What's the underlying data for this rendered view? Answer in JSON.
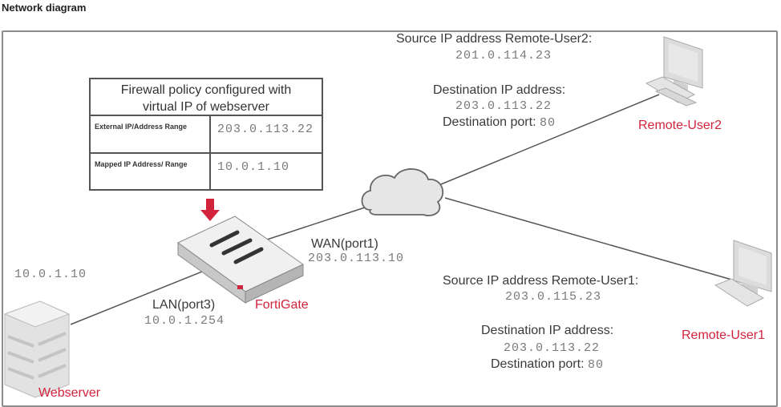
{
  "page": {
    "title": "Network diagram"
  },
  "colors": {
    "accent_red": "#d2233c",
    "line": "#555555",
    "device_gray": "#d9d9d9"
  },
  "policy": {
    "heading_line1": "Firewall policy configured with",
    "heading_line2": "virtual IP of webserver",
    "rows": [
      {
        "key": "External IP/Address Range",
        "value": "203.0.113.22"
      },
      {
        "key": "Mapped IP Address/ Range",
        "value": "10.0.1.10"
      }
    ]
  },
  "nodes": {
    "webserver": {
      "name": "Webserver",
      "ip": "10.0.1.10",
      "icon": "server-icon"
    },
    "fortigate": {
      "name": "FortiGate",
      "icon": "firewall-icon",
      "wan": {
        "label": "WAN(port1)",
        "ip": "203.0.113.10"
      },
      "lan": {
        "label": "LAN(port3)",
        "ip": "10.0.1.254"
      }
    },
    "internet": {
      "icon": "cloud-icon"
    },
    "remote_user2": {
      "name": "Remote-User2",
      "icon": "computer-icon",
      "source_label": "Source IP address Remote-User2:",
      "source_ip": "201.0.114.23",
      "dest_label": "Destination IP address:",
      "dest_ip": "203.0.113.22",
      "port_label": "Destination port:",
      "port": "80"
    },
    "remote_user1": {
      "name": "Remote-User1",
      "icon": "computer-icon",
      "source_label": "Source IP address Remote-User1:",
      "source_ip": "203.0.115.23",
      "dest_label": "Destination IP address:",
      "dest_ip": "203.0.113.22",
      "port_label": "Destination port:",
      "port": "80"
    }
  }
}
